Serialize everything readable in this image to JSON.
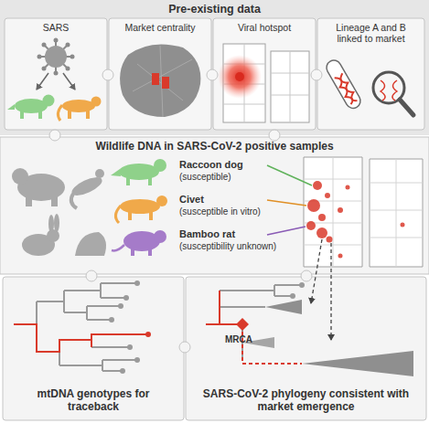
{
  "diagram": {
    "nodes": [
      {
        "text": [
          "Pre-existing data"
        ]
      },
      {
        "text": [
          "SARS"
        ],
        "in": 0
      },
      {
        "text": [
          "Market centrality"
        ],
        "in": 0
      },
      {
        "text": [
          "Viral hotspot"
        ],
        "in": 0
      },
      {
        "text": [
          "Lineage A and B linked to market"
        ],
        "in": 0
      },
      {
        "text": [
          "Wildlife DNA in SARS-CoV-2 positive samples"
        ]
      },
      {
        "text": [
          "mtDNA genotypes for traceback"
        ]
      },
      {
        "text": [
          "SARS-CoV-2 phylogeny consistent with market emergence"
        ]
      }
    ],
    "labels": [
      "Raccoon dog",
      "(susceptible)",
      "Civet",
      "(susceptible in vitro)",
      "Bamboo rat",
      "(susceptibility unknown)",
      "MRCA"
    ]
  }
}
